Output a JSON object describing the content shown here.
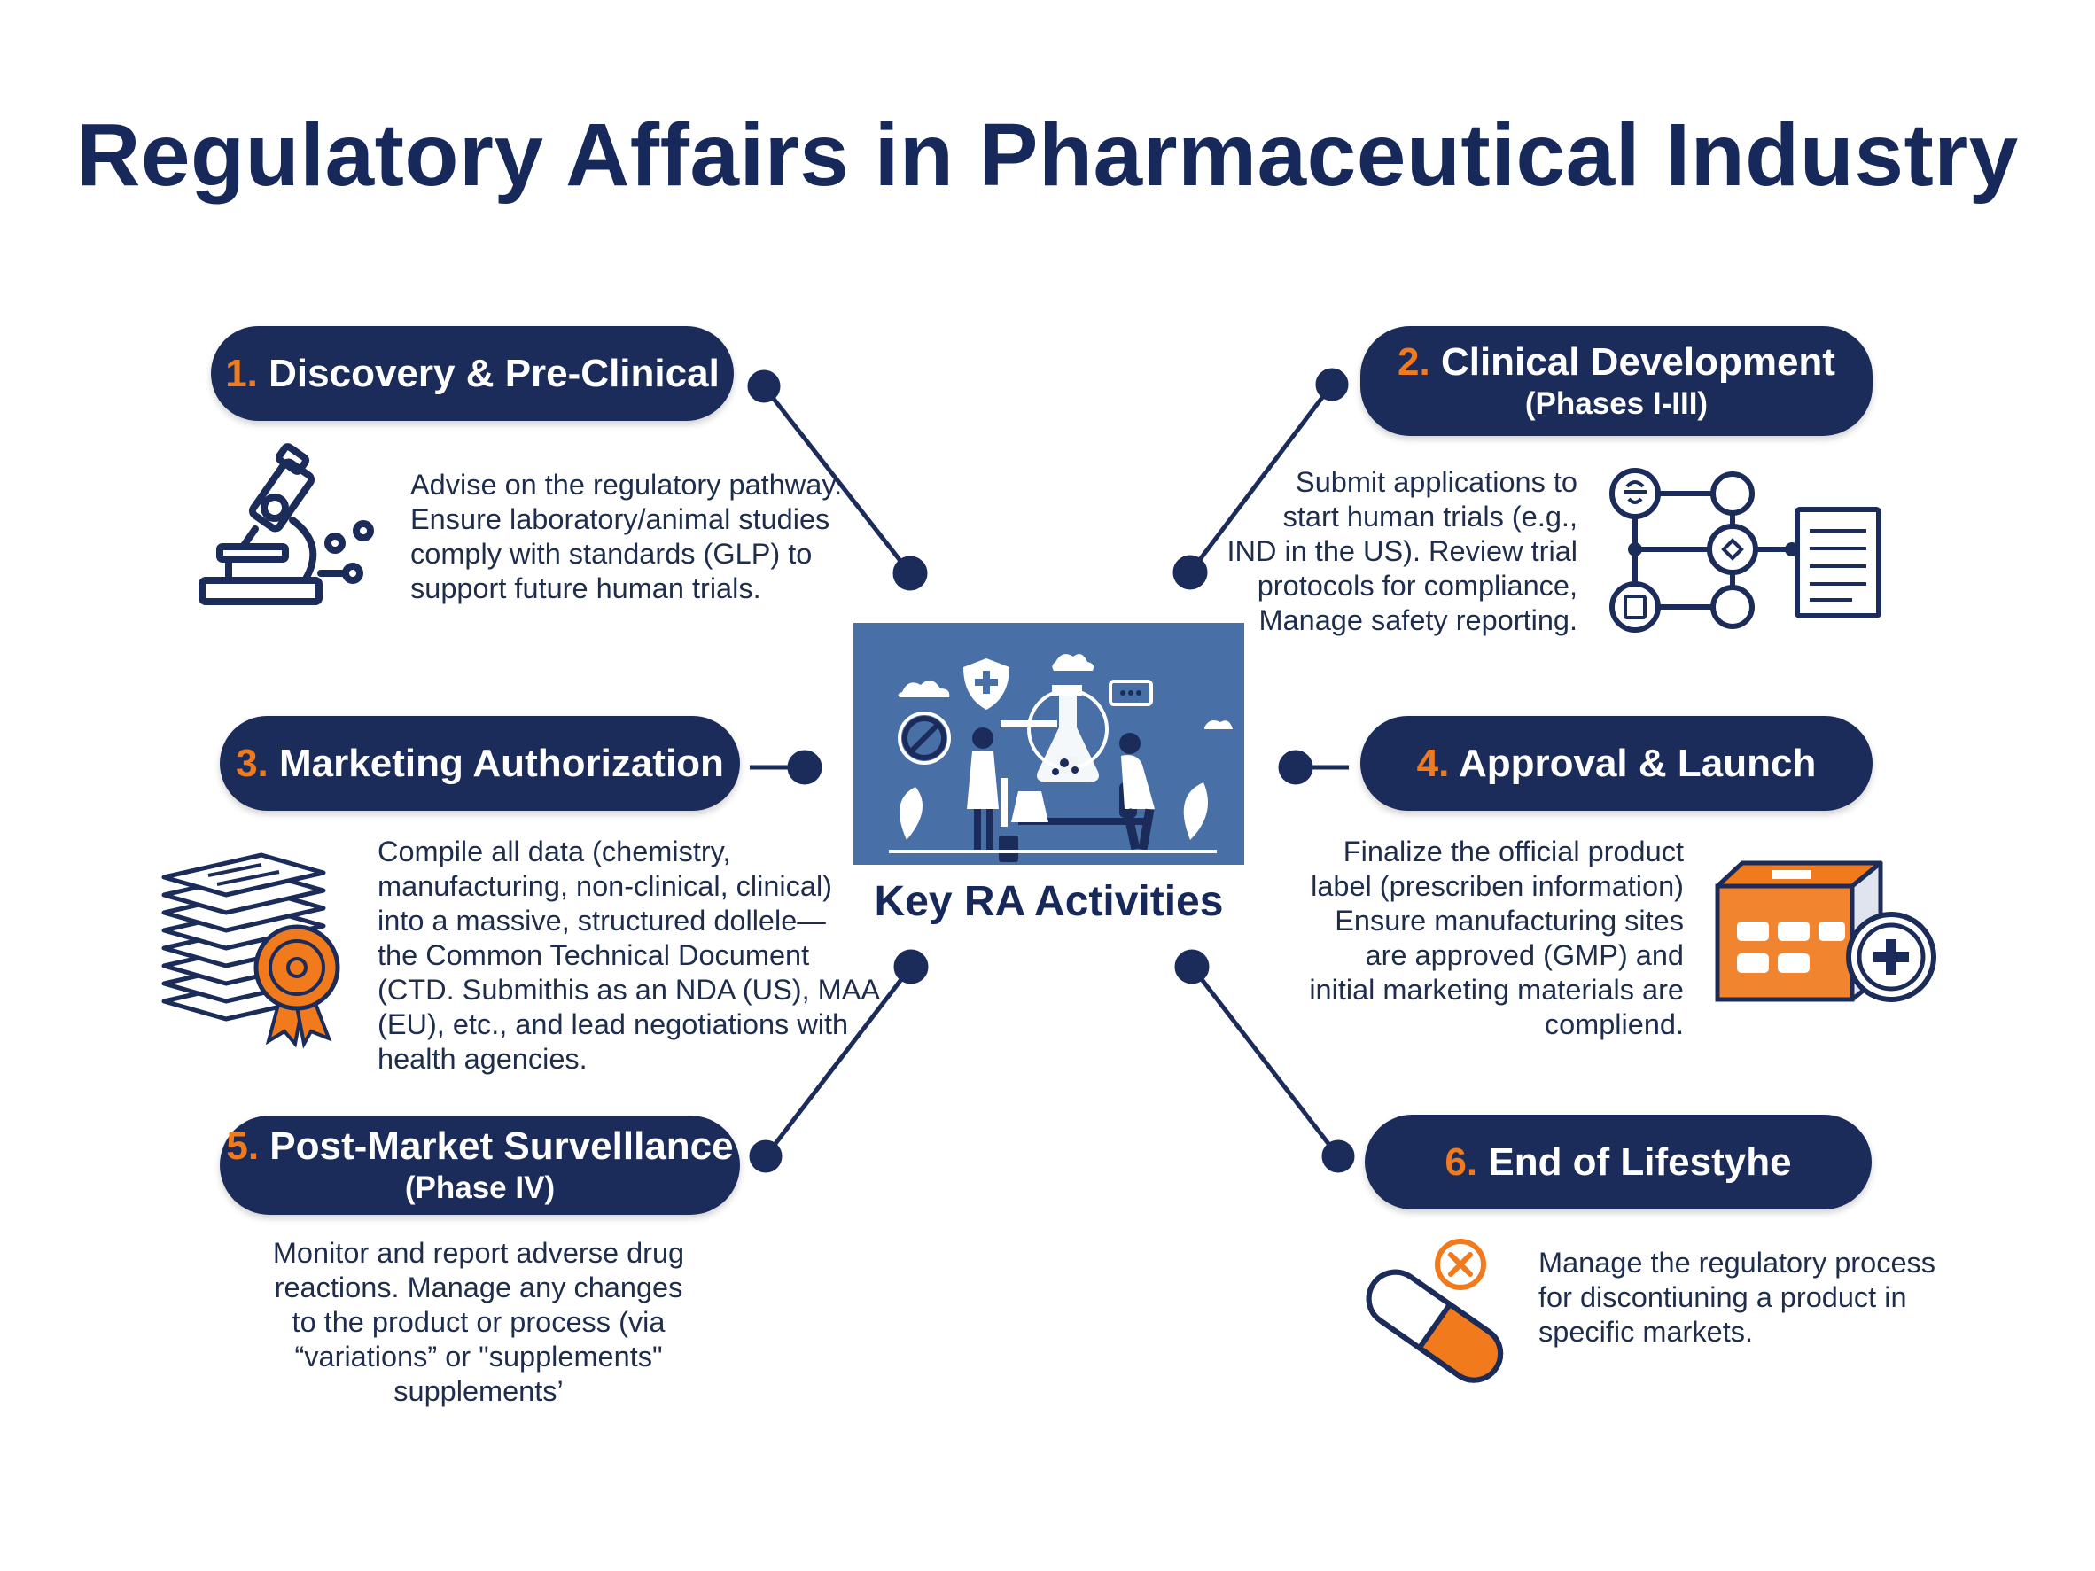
{
  "title": "Regulatory Affairs in Pharmaceutical Industry",
  "center": {
    "label": "Key RA Activities",
    "illustration_icon": "scientists-lab-illustration"
  },
  "colors": {
    "navy": "#1b2c5a",
    "orange": "#f07a1c",
    "center_blue": "#4870a6",
    "text": "#1f2d4d"
  },
  "steps": [
    {
      "number": "1.",
      "title": "Discovery & Pre-Clinical",
      "subtitle": "",
      "icon": "microscope-icon",
      "lines": [
        "Advise on the regulatory pathway.",
        "Ensure laboratory/animal studies",
        "comply with standards (GLP) to",
        "support future human trials."
      ]
    },
    {
      "number": "2.",
      "title": "Clinical Development",
      "subtitle": "(Phases I-III)",
      "icon": "trial-flowchart-icon",
      "lines": [
        "Submit applications to",
        "start human trials (e.g.,",
        "IND in the US). Review trial",
        "protocols for compliance,",
        "Manage safety reporting."
      ]
    },
    {
      "number": "3.",
      "title": "Marketing Authorization",
      "subtitle": "",
      "icon": "document-stack-icon",
      "lines": [
        "Compile all data (chemistry,",
        "manufacturing, non-clinical, clinical)",
        "into a massive, structured dollele—",
        "the Common Technical Document",
        "(CTD. Submithis as an NDA (US), MAA",
        "(EU), etc., and lead negotiations with",
        "health agencies."
      ]
    },
    {
      "number": "4.",
      "title": "Approval & Launch",
      "subtitle": "",
      "icon": "product-box-icon",
      "lines": [
        "Finalize the official product",
        "label (prescriben information)",
        "Ensure manufacturing sites",
        "are approved (GMP) and",
        "initial marketing materials are",
        "compliend."
      ]
    },
    {
      "number": "5.",
      "title": "Post-Market Survelllance",
      "subtitle": "(Phase IV)",
      "icon": "",
      "lines": [
        "Monitor and report adverse drug",
        "reactions. Manage any changes",
        "to the product or process (via",
        "“variations” or \"supplements\"",
        "supplements’"
      ]
    },
    {
      "number": "6.",
      "title": "End of Lifestyhe",
      "subtitle": "",
      "icon": "discontinued-pill-icon",
      "lines": [
        "Manage the regulatory process",
        "for discontiuning a product in",
        "specific markets."
      ]
    }
  ]
}
